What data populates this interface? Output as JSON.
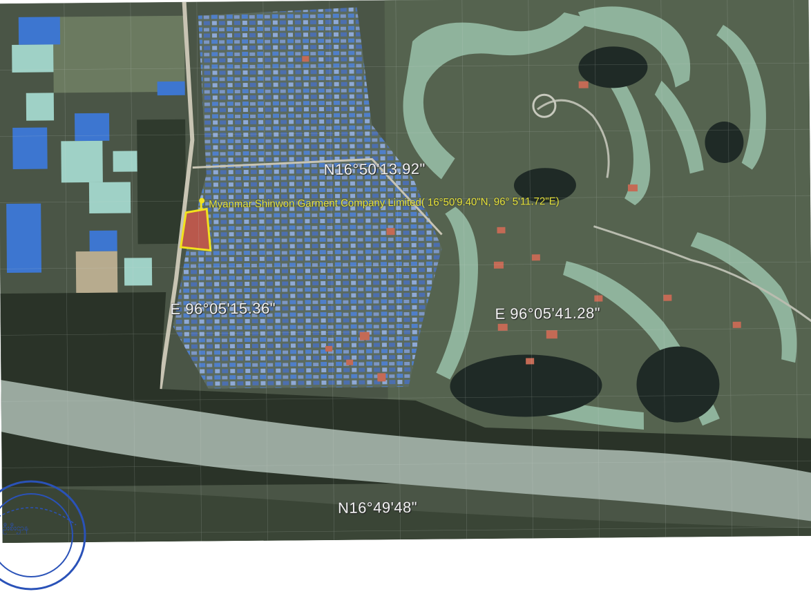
{
  "map": {
    "coordinate_labels": {
      "north_top": "N16°50'13.92\"",
      "east_left": "E 96°05'15.36\"",
      "east_right": "E 96°05'41.28\"",
      "north_bottom": "N16°49'48\""
    },
    "site": {
      "label": "Myanmar Shinwon Garment Company Limited( 16°50'9.40\"N, 96° 5'11.72\"E)",
      "outline_color": "#f2e21c"
    },
    "stamp": {
      "text": "ဦးစီးဌာန",
      "color": "#2a52b8"
    },
    "colors": {
      "vegetation": "#3f4a3a",
      "mangrove": "#2a3328",
      "river": "#9aa99f",
      "golf_fairway": "#8fb39c",
      "roofs_blue": "#4f7fc9",
      "roofs_red": "#c46a55",
      "pond": "#1f2a26"
    }
  }
}
